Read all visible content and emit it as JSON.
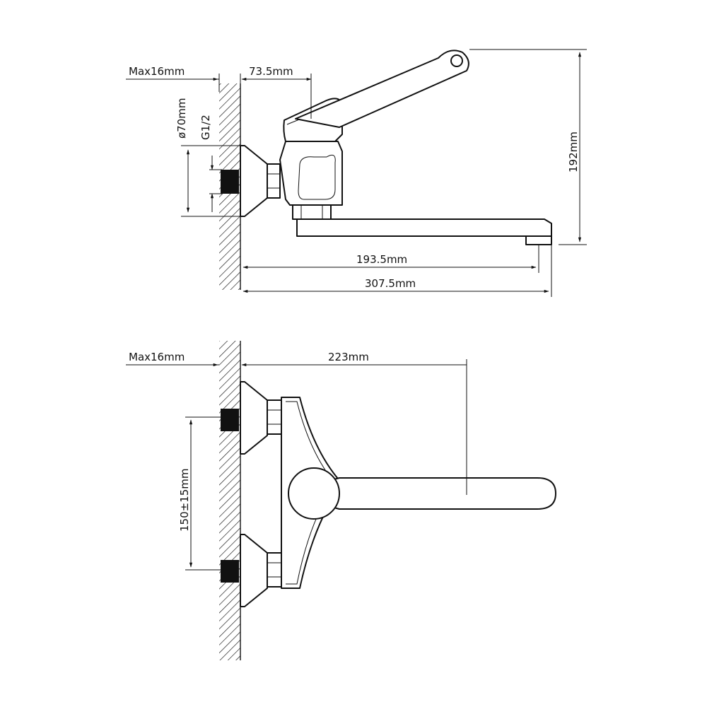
{
  "drawing": {
    "side_view": {
      "max_label": "Max16mm",
      "offset_label": "73.5mm",
      "diameter_label": "ø70mm",
      "thread_label": "G1/2",
      "height_label": "192mm",
      "spout_reach_label": "193.5mm",
      "total_length_label": "307.5mm"
    },
    "top_view": {
      "max_label": "Max16mm",
      "reach_label": "223mm",
      "spacing_label": "150±15mm"
    }
  }
}
